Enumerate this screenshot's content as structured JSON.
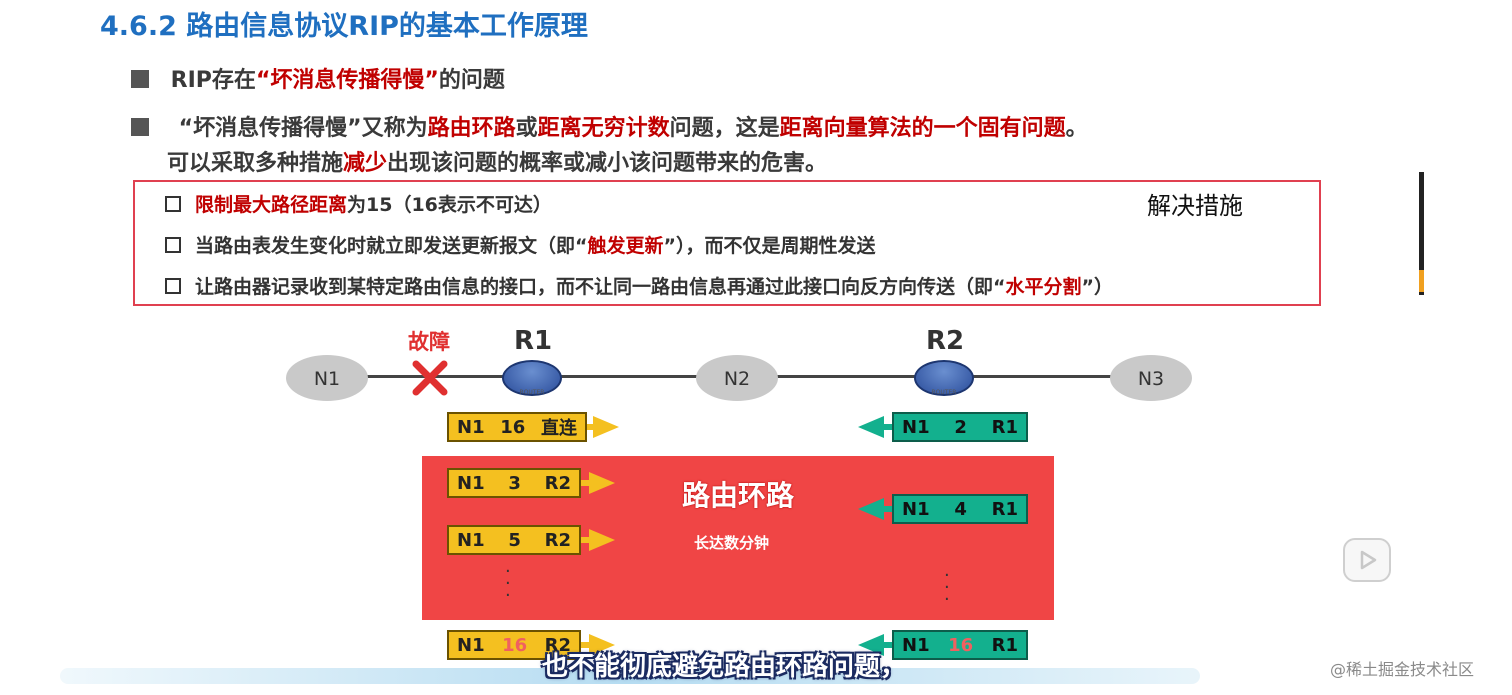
{
  "title": "4.6.2 路由信息协议RIP的基本工作原理",
  "bullet1": {
    "pre": "RIP存在",
    "highlight": "“坏消息传播得慢”",
    "post": "的问题"
  },
  "bullet2": {
    "p1": "“坏消息传播得慢”又称为",
    "h1": "路由环路",
    "p2": "或",
    "h2": "距离无穷计数",
    "p3": "问题，这是",
    "h3": "距离向量算法的一个固有问题",
    "p4": "。",
    "line2_p1": "可以采取多种措施",
    "line2_h1": "减少",
    "line2_p2": "出现该问题的概率或减小该问题带来的危害。"
  },
  "measures_label": "解决措施",
  "options": [
    {
      "h": "限制最大路径距离",
      "text": "为15（16表示不可达）"
    },
    {
      "pre": "当路由表发生变化时就立即发送更新报文（即“",
      "h": "触发更新",
      "post": "”），而不仅是周期性发送"
    },
    {
      "pre": "让路由器记录收到某特定路由信息的接口，而不让同一路由信息再通过此接口向反方向传送（即“",
      "h": "水平分割",
      "post": "”）"
    }
  ],
  "diagram": {
    "fault": "故障",
    "networks": [
      "N1",
      "N2",
      "N3"
    ],
    "routers": [
      "R1",
      "R2"
    ],
    "router_badge": "ROUTER",
    "loop_title": "路由环路",
    "loop_sub": "长达数分钟",
    "r1_packets": [
      {
        "dest": "N1",
        "dist": "16",
        "next": "直连"
      },
      {
        "dest": "N1",
        "dist": "3",
        "next": "R2"
      },
      {
        "dest": "N1",
        "dist": "5",
        "next": "R2"
      },
      {
        "dest": "N1",
        "dist": "16",
        "next": "R2"
      }
    ],
    "r2_packets": [
      {
        "dest": "N1",
        "dist": "2",
        "next": "R1"
      },
      {
        "dest": "N1",
        "dist": "4",
        "next": "R1"
      },
      {
        "dest": "N1",
        "dist": "16",
        "next": "R1"
      }
    ]
  },
  "subtitle": "也不能彻底避免路由环路问题，",
  "watermark": "@稀土掘金技术社区",
  "colors": {
    "title": "#1f6fc0",
    "highlight": "#c00000",
    "loop": "#f04545",
    "packet_r1": "#f4c020",
    "packet_r2": "#13b08e"
  }
}
